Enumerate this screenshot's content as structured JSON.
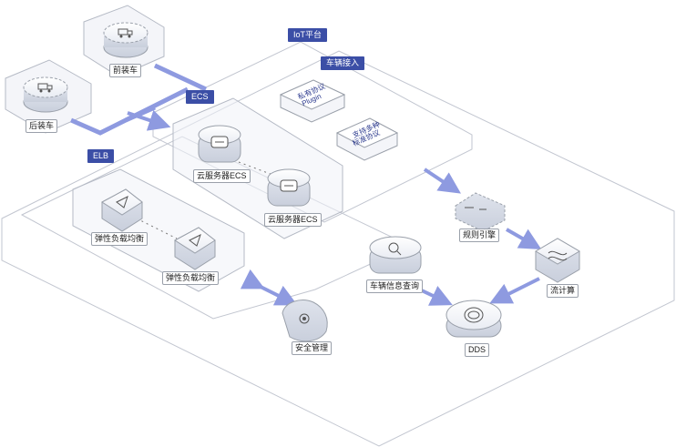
{
  "tags": {
    "iot": "IoT平台",
    "vehicle_access": "车辆接入",
    "ecs": "ECS",
    "elb": "ELB"
  },
  "nodes": {
    "front_truck": "前装车",
    "rear_truck": "后装车",
    "ecs_1": "云服务器ECS",
    "ecs_2": "云服务器ECS",
    "elb_1": "弹性负载均衡",
    "elb_2": "弹性负载均衡",
    "rule_engine": "规则引擎",
    "stream_compute": "流计算",
    "vehicle_query": "车辆信息查询",
    "dds": "DDS",
    "security": "安全管理"
  },
  "protocol_cards": {
    "private_plugin": [
      "私有协议",
      "Plugin"
    ],
    "standard": [
      "支持多种",
      "标准协议"
    ]
  },
  "colors": {
    "accent": "#3b4ea6",
    "arrow": "#8e9ae0",
    "line": "#b8bcc6",
    "node_fill": "#eef0f5"
  },
  "icons": {
    "front_truck": "truck-icon",
    "rear_truck": "truck-icon",
    "ecs": "server-icon",
    "elb": "load-balancer-icon",
    "rule_engine": "rule-engine-icon",
    "stream_compute": "stream-icon",
    "vehicle_query": "search-icon",
    "dds": "database-icon",
    "security": "shield-gear-icon"
  }
}
